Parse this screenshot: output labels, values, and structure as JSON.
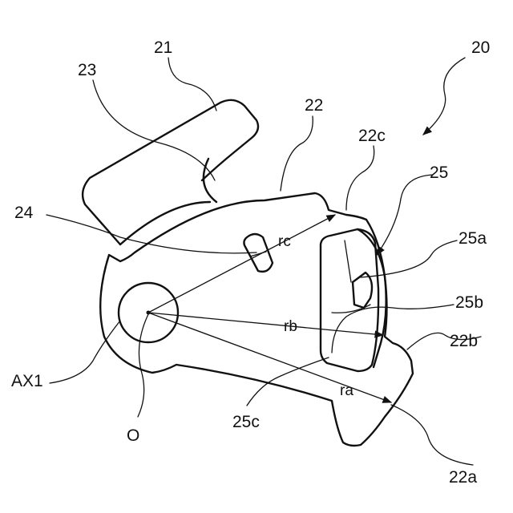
{
  "labels": {
    "l20": "20",
    "l21": "21",
    "l22": "22",
    "l23": "23",
    "l24": "24",
    "l25": "25",
    "l22c": "22c",
    "l25a": "25a",
    "l25b": "25b",
    "l22b": "22b",
    "l22a": "22a",
    "l25c": "25c",
    "lAX1": "AX1",
    "lO": "O",
    "lrc": "rc",
    "lrb": "rb",
    "lra": "ra"
  }
}
